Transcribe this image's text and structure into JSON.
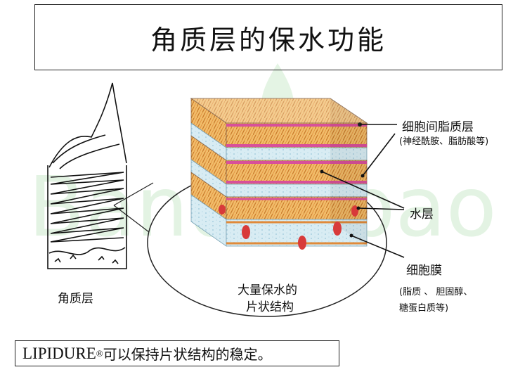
{
  "title": "角质层的保水功能",
  "watermark": "Bandaobao",
  "left_label": "角质层",
  "center_label_line1": "大量保水的",
  "center_label_line2": "片状结构",
  "labels": {
    "lipid_layer": "细胞间脂质层",
    "lipid_layer_detail": "(神经酰胺、脂肪酸等)",
    "water_layer": "水层",
    "membrane": "细胞膜",
    "membrane_detail_1": "(脂质 、 胆固醇、",
    "membrane_detail_2": "糖蛋白质等)"
  },
  "footer": {
    "brand": "LIPIDURE",
    "mark": "®",
    "text": "可以保持片状结构的稳定。"
  },
  "colors": {
    "lipid_orange": "#e8a24a",
    "lipid_pink": "#d8509a",
    "water_blue": "#cfe6f0",
    "cell_red": "#d83a3a",
    "watermark_green": "#8fcf8f"
  }
}
